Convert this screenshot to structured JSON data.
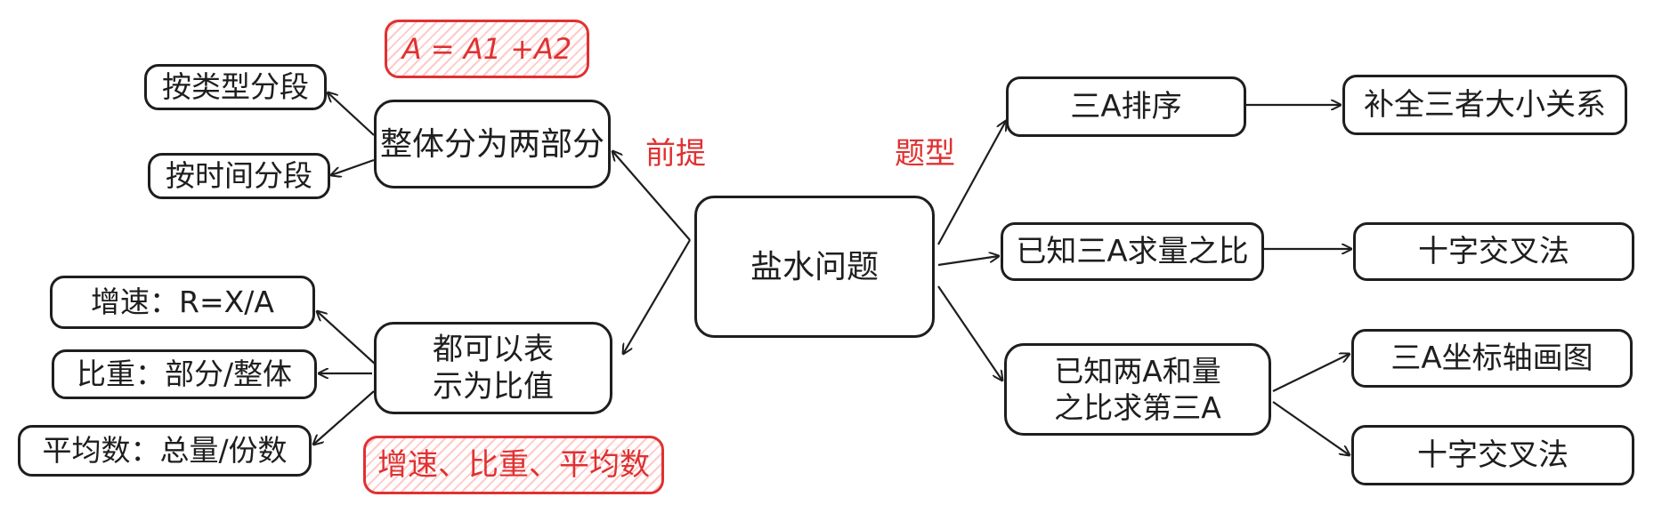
{
  "center": "盐水问题",
  "left_branch": {
    "label": "前提",
    "formula": "A = A1 +A2",
    "node1": {
      "text": "整体分为两部分",
      "children": [
        "按类型分段",
        "按时间分段"
      ]
    },
    "node2": {
      "line1": "都可以表",
      "line2": "示为比值",
      "children": [
        "增速：R=X/A",
        "比重：部分/整体",
        "平均数：总量/份数"
      ],
      "note": "增速、比重、平均数"
    }
  },
  "right_branch": {
    "label": "题型",
    "types": [
      {
        "text": "三A排序",
        "result": "补全三者大小关系"
      },
      {
        "text": "已知三A求量之比",
        "result": "十字交叉法"
      },
      {
        "line1": "已知两A和量",
        "line2": "之比求第三A",
        "results": [
          "三A坐标轴画图",
          "十字交叉法"
        ]
      }
    ]
  }
}
